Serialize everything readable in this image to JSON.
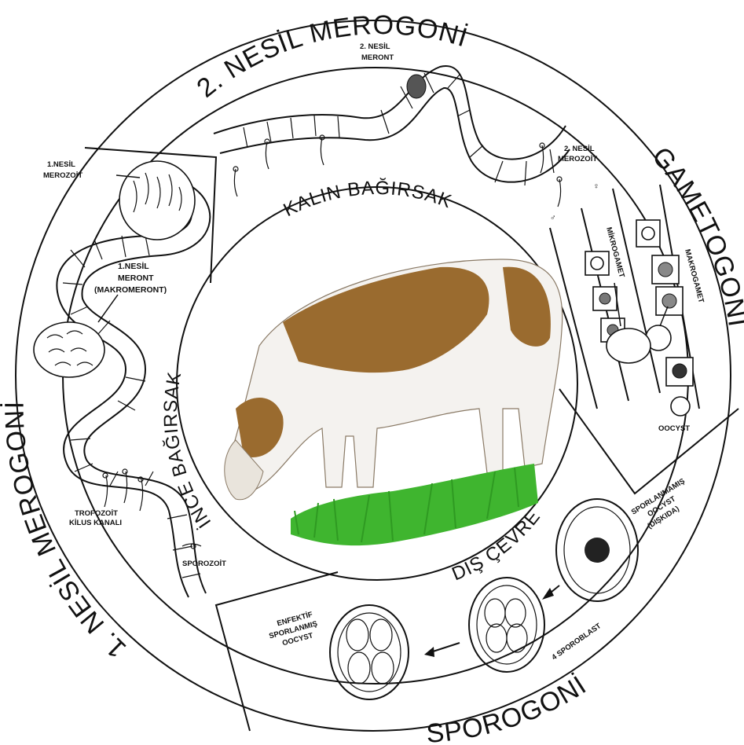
{
  "stages": {
    "merogony_2": "2. NESİL MEROGONİ",
    "gametogony": "GAMETOGONİ",
    "sporogony": "SPOROGONİ",
    "merogony_1": "1. NESİL MEROGONİ"
  },
  "regions": {
    "large_intestine": "KALIN BAĞIRSAK",
    "small_intestine": "İNCE BAĞIRSAK",
    "environment": "DIŞ ÇEVRE"
  },
  "labels": {
    "meront_2_line1": "2. NESİL",
    "meront_2_line2": "MERONT",
    "merozoite_2_line1": "2. NESİL",
    "merozoite_2_line2": "MEROZOİT",
    "merozoite_1_line1": "1.NESİL",
    "merozoite_1_line2": "MEROZOİT",
    "meront_1_line1": "1.NESİL",
    "meront_1_line2": "MERONT",
    "meront_1_line3": "(MAKROMERONT)",
    "trophozoite_line1": "TROFOZOİT",
    "trophozoite_line2": "KİLUS KANALI",
    "sporozoite": "SPOROZOİT",
    "microgamete": "MİKROGAMET",
    "macrogamete": "MAKROGAMET",
    "oocyst": "OOCYST",
    "sporulated_line1": "SPORLANMAMIŞ",
    "sporulated_line2": "OOCYST",
    "sporulated_line3": "(DIŞKIDA)",
    "sporoblast": "4 SPOROBLAST",
    "infective_line1": "ENFEKTİF",
    "infective_line2": "SPORLANMIŞ",
    "infective_line3": "OOCYST"
  },
  "colors": {
    "ink": "#111111",
    "cow_brown": "#9a6b2f",
    "grass_green": "#3fb52f"
  }
}
